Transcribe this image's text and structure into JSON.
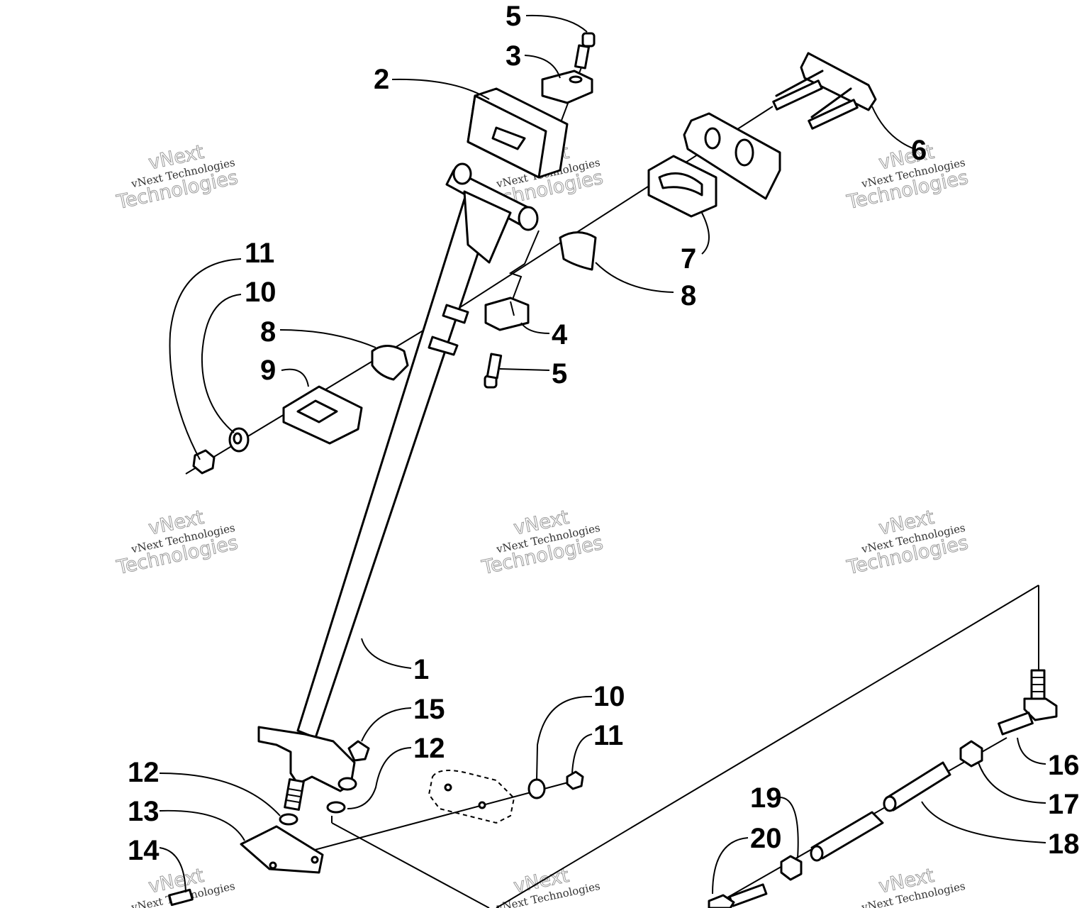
{
  "callouts": [
    {
      "id": "c5a",
      "label": "5"
    },
    {
      "id": "c3",
      "label": "3"
    },
    {
      "id": "c2",
      "label": "2"
    },
    {
      "id": "c6",
      "label": "6"
    },
    {
      "id": "c7",
      "label": "7"
    },
    {
      "id": "c8a",
      "label": "8"
    },
    {
      "id": "c11a",
      "label": "11"
    },
    {
      "id": "c10a",
      "label": "10"
    },
    {
      "id": "c8b",
      "label": "8"
    },
    {
      "id": "c9",
      "label": "9"
    },
    {
      "id": "c4",
      "label": "4"
    },
    {
      "id": "c5b",
      "label": "5"
    },
    {
      "id": "c1",
      "label": "1"
    },
    {
      "id": "c15",
      "label": "15"
    },
    {
      "id": "c10b",
      "label": "10"
    },
    {
      "id": "c11b",
      "label": "11"
    },
    {
      "id": "c12a",
      "label": "12"
    },
    {
      "id": "c12b",
      "label": "12"
    },
    {
      "id": "c13",
      "label": "13"
    },
    {
      "id": "c14",
      "label": "14"
    },
    {
      "id": "c16",
      "label": "16"
    },
    {
      "id": "c17",
      "label": "17"
    },
    {
      "id": "c18",
      "label": "18"
    },
    {
      "id": "c19",
      "label": "19"
    },
    {
      "id": "c20",
      "label": "20"
    }
  ],
  "watermark": {
    "line1": "vNext",
    "line2": "vNext Technologies",
    "line3": "Technologies"
  }
}
